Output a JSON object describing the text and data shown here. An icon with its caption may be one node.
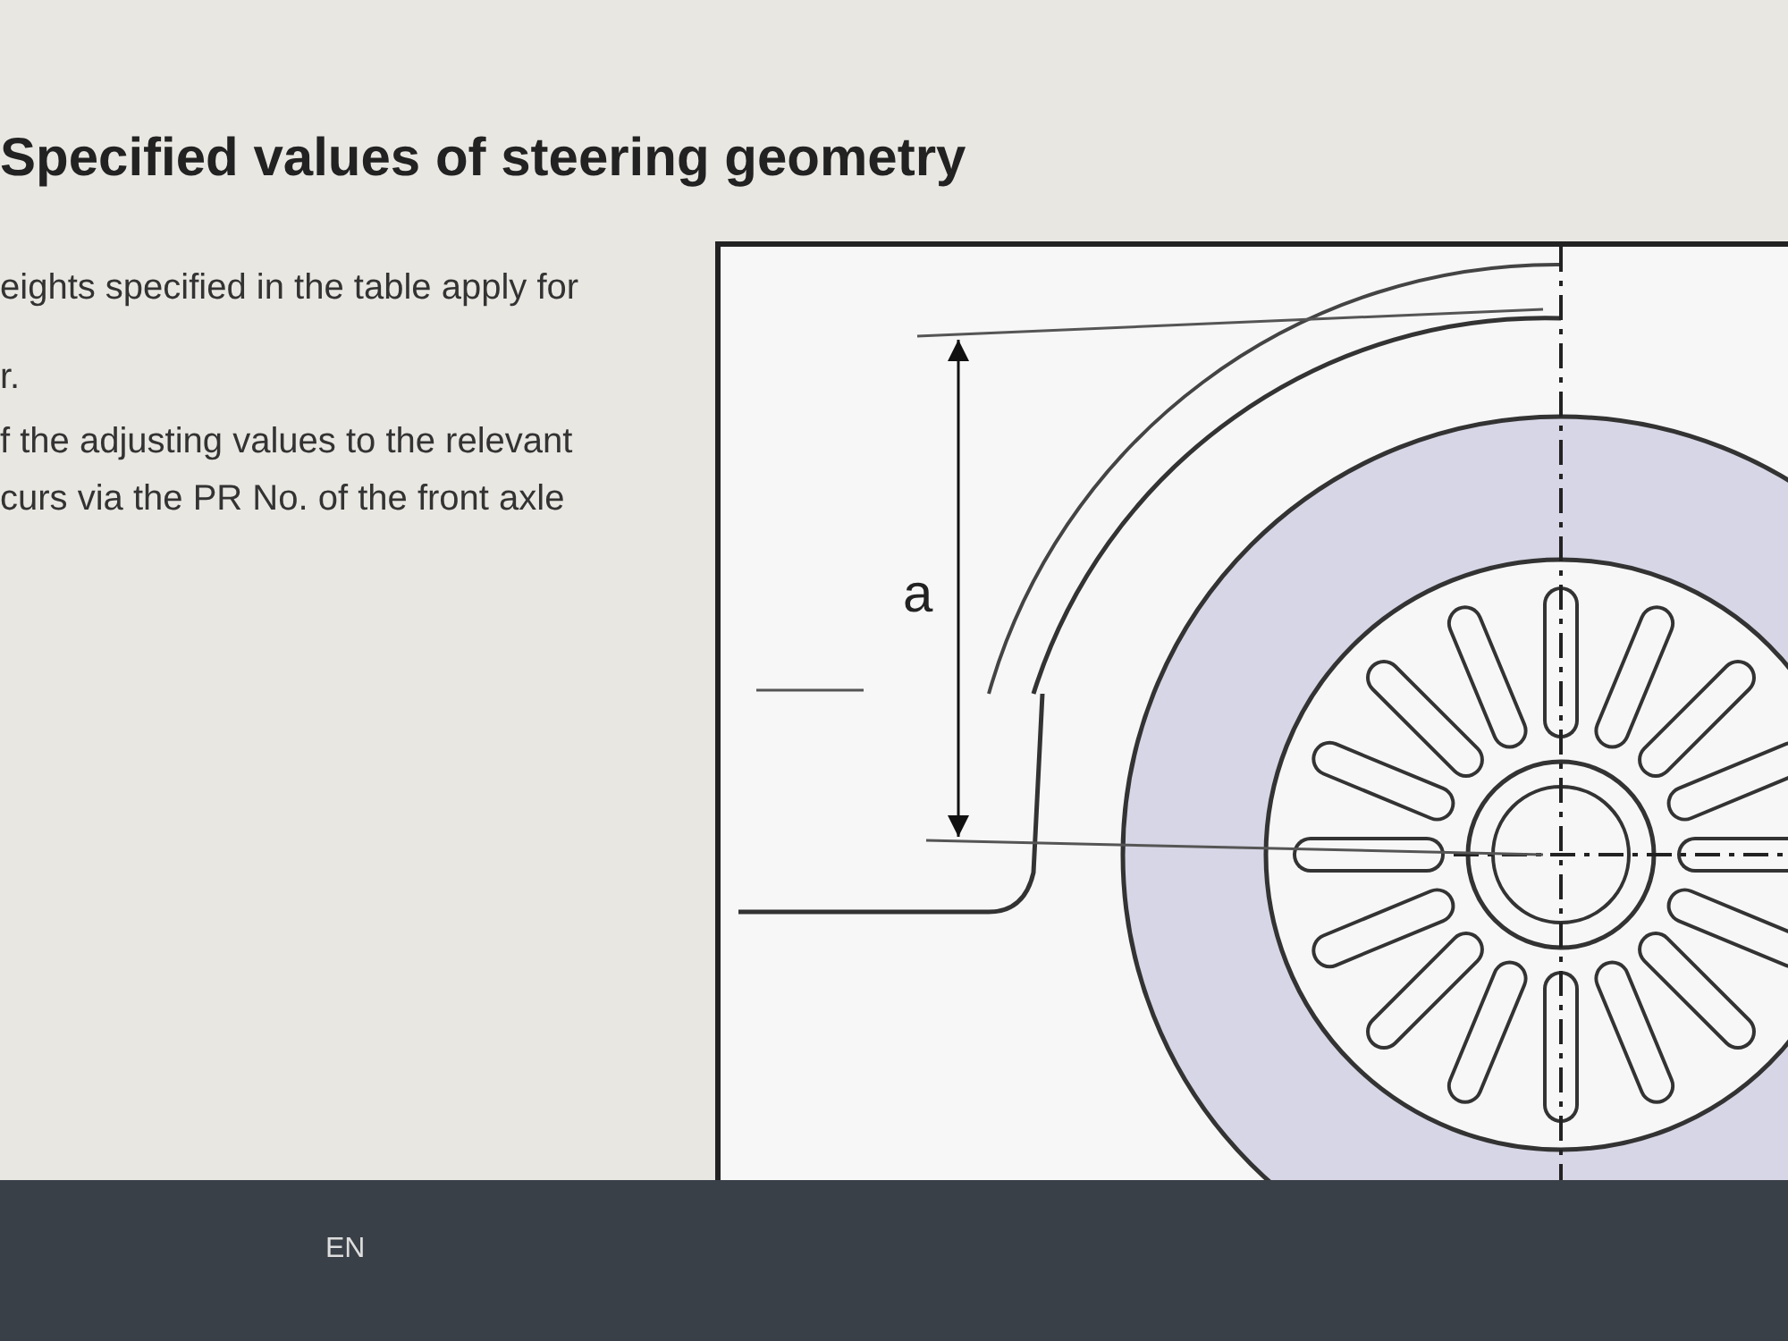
{
  "diagram": {
    "title": "Specified values of steering geometry",
    "labels": [
      "eights specified in the table apply for",
      "r.",
      "f the adjusting values to the relevant",
      "curs via the PR No. of the front axle",
      "a",
      "EN"
    ]
  }
}
